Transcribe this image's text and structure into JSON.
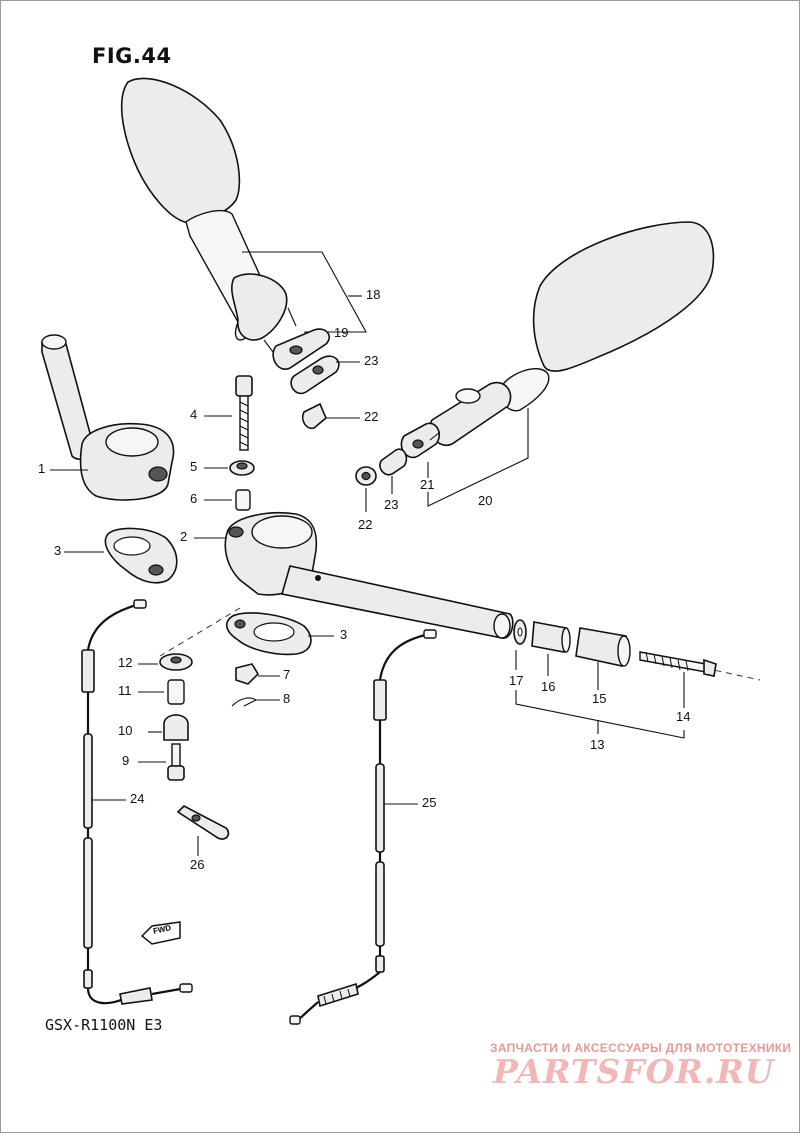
{
  "figure": {
    "title": "FIG.44",
    "model": "GSX-R1100N E3",
    "fwd_badge": "FWD"
  },
  "watermark": {
    "tagline": "ЗАПЧАСТИ И АКСЕССУАРЫ ДЛЯ МОТОТЕХНИКИ",
    "logo": "PARTSFOR.RU"
  },
  "callouts": {
    "p1": "1",
    "p2": "2",
    "p3a": "3",
    "p3b": "3",
    "p4": "4",
    "p5": "5",
    "p6": "6",
    "p7": "7",
    "p8": "8",
    "p9": "9",
    "p10": "10",
    "p11": "11",
    "p12": "12",
    "p13": "13",
    "p14": "14",
    "p15": "15",
    "p16": "16",
    "p17": "17",
    "p18": "18",
    "p19": "19",
    "p20": "20",
    "p21": "21",
    "p22a": "22",
    "p22b": "22",
    "p23a": "23",
    "p23b": "23",
    "p24": "24",
    "p25": "25",
    "p26": "26"
  }
}
